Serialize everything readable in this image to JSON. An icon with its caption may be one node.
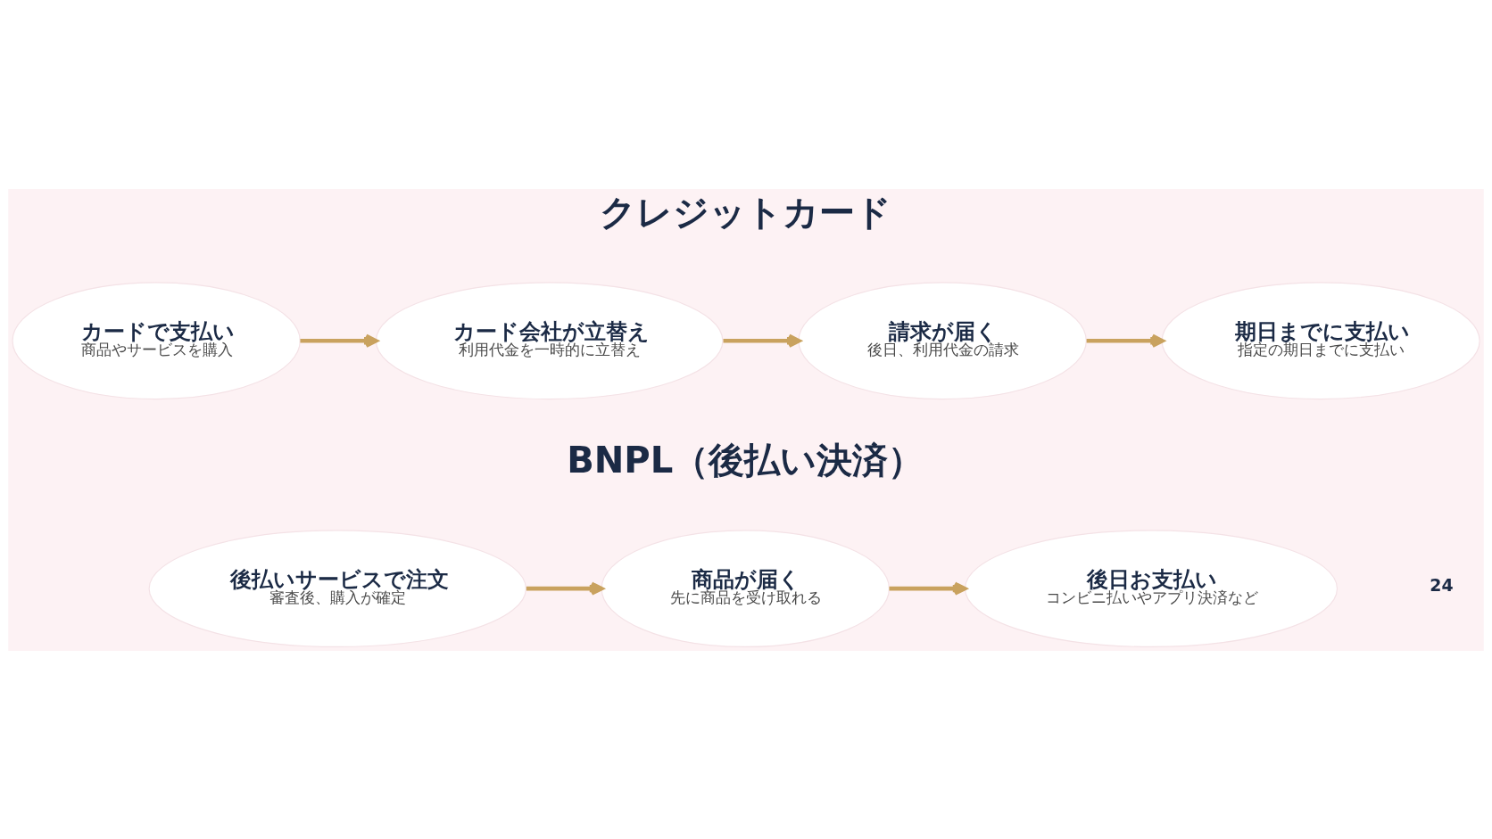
{
  "diagram": {
    "nodes": [
      {
        "text": [
          "カードで支払い",
          "商品やサービスを購入"
        ]
      },
      {
        "text": [
          "カード会社が立替え",
          "利用代金を一時的に立替え"
        ]
      },
      {
        "text": [
          "請求が届く",
          "後日、利用代金の請求"
        ]
      },
      {
        "text": [
          "期日までに支払い",
          "指定の期日までに支払い"
        ]
      },
      {
        "text": [
          "後払いサービスで注文",
          "審査後、購入が確定"
        ]
      },
      {
        "text": [
          "商品が届く",
          "先に商品を受け取れる"
        ]
      },
      {
        "text": [
          "後日お支払い",
          "コンビニ払いやアプリ決済など"
        ]
      }
    ],
    "edges": [
      {
        "from": 0,
        "to": 1,
        "arrow": "to"
      },
      {
        "from": 1,
        "to": 2,
        "arrow": "to"
      },
      {
        "from": 2,
        "to": 3,
        "arrow": "to"
      },
      {
        "from": 4,
        "to": 5,
        "arrow": "to"
      },
      {
        "from": 5,
        "to": 6,
        "arrow": "to"
      }
    ],
    "labels": [
      "クレジットカード",
      "BNPL（後払い決済）",
      "24"
    ]
  }
}
